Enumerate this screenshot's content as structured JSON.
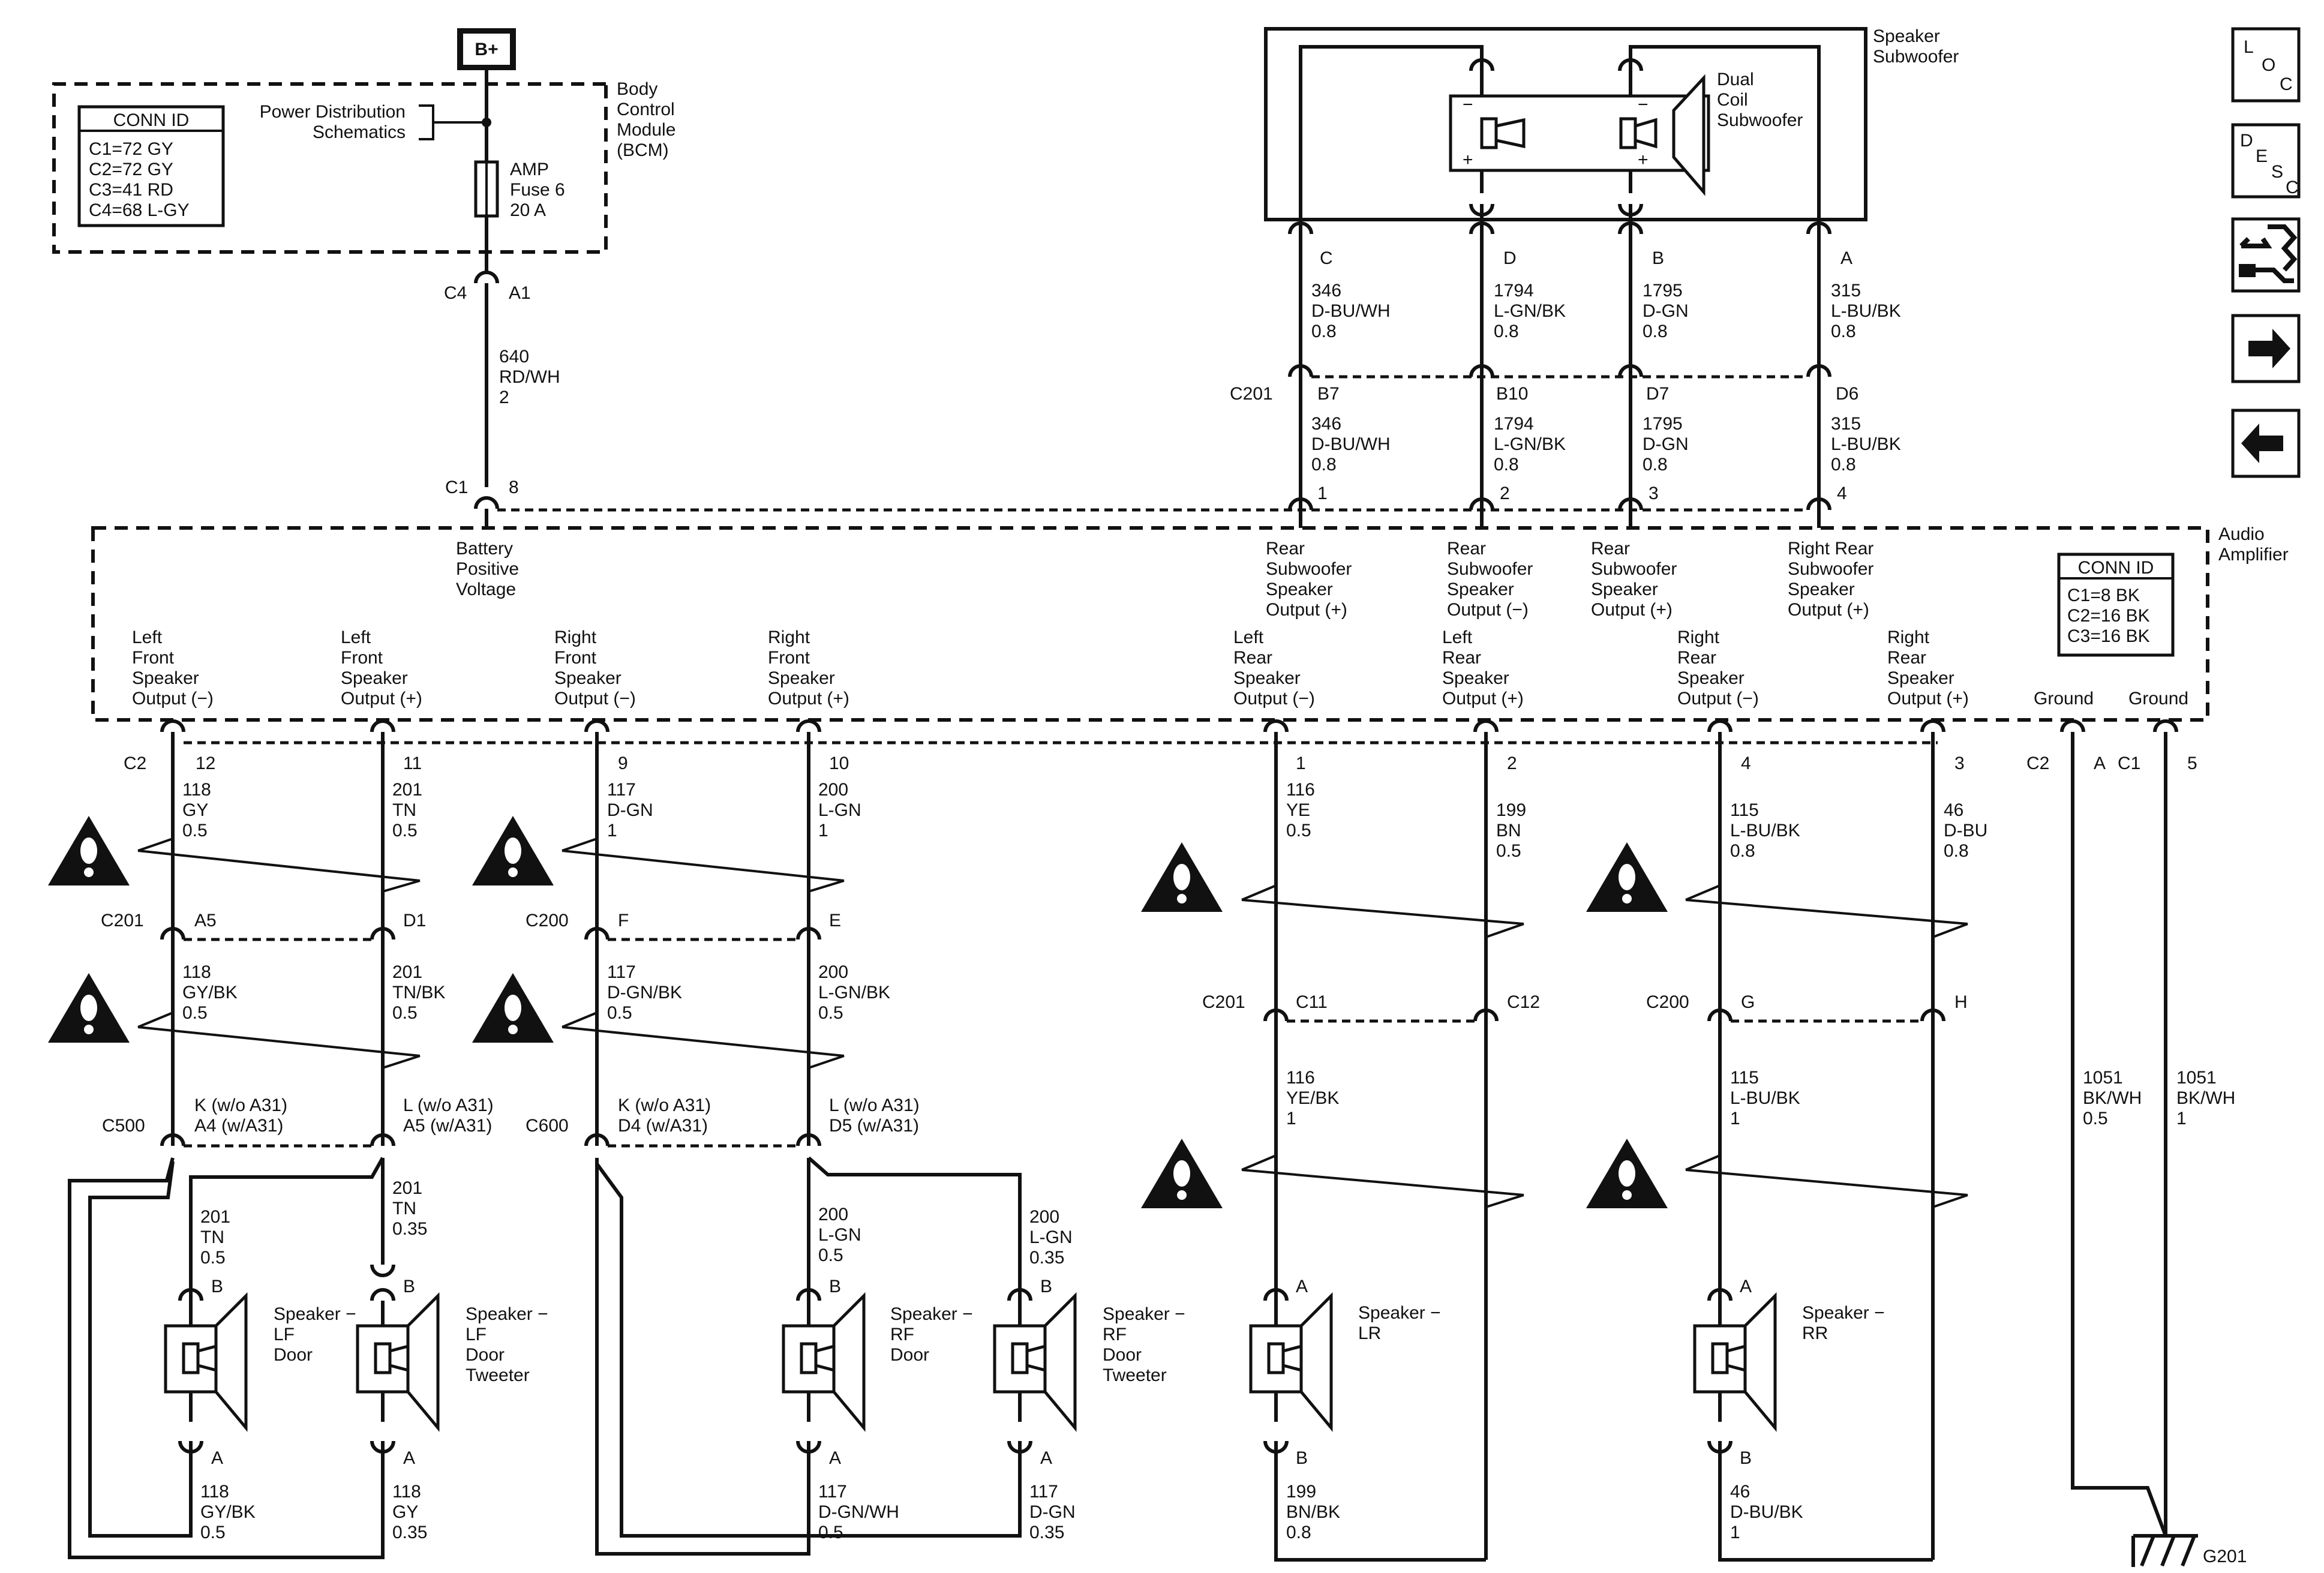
{
  "battery": {
    "label": "B+"
  },
  "bcm": {
    "title_lines": [
      "Body",
      "Control",
      "Module",
      "(BCM)"
    ],
    "conn_id_title": "CONN ID",
    "conn_ids": [
      "C1=72 GY",
      "C2=72 GY",
      "C3=41 RD",
      "C4=68 L-GY"
    ],
    "pds_lines": [
      "Power Distribution",
      "Schematics"
    ],
    "fuse_lines": [
      "AMP",
      "Fuse 6",
      "20 A"
    ],
    "conn": "C4",
    "pin": "A1",
    "wire_lines": [
      "640",
      "RD/WH",
      "2"
    ]
  },
  "subwoofer": {
    "title_lines": [
      "Speaker",
      "Subwoofer"
    ],
    "dual_lines": [
      "Dual",
      "Coil",
      "Subwoofer"
    ],
    "minus": "−",
    "plus": "+",
    "pins": [
      "C",
      "D",
      "B",
      "A"
    ],
    "wires": [
      [
        "346",
        "D-BU/WH",
        "0.8"
      ],
      [
        "1794",
        "L-GN/BK",
        "0.8"
      ],
      [
        "1795",
        "D-GN",
        "0.8"
      ],
      [
        "315",
        "L-BU/BK",
        "0.8"
      ]
    ],
    "c201_label": "C201",
    "c201_pins": [
      "B7",
      "B10",
      "D7",
      "D6"
    ],
    "amp_pins": [
      "1",
      "2",
      "3",
      "4"
    ],
    "amp_c1_label": "C1",
    "amp_c1_pin": "8"
  },
  "amplifier": {
    "title_lines": [
      "Audio",
      "Amplifier"
    ],
    "conn_id_title": "CONN ID",
    "conn_ids": [
      "C1=8 BK",
      "C2=16 BK",
      "C3=16 BK"
    ],
    "battery_lines": [
      "Battery",
      "Positive",
      "Voltage"
    ],
    "sub_outputs": [
      [
        "Rear",
        "Subwoofer",
        "Speaker",
        "Output (+)"
      ],
      [
        "Rear",
        "Subwoofer",
        "Speaker",
        "Output (−)"
      ],
      [
        "Rear",
        "Subwoofer",
        "Speaker",
        "Output (+)"
      ],
      [
        "Right Rear",
        "Subwoofer",
        "Speaker",
        "Output (+)"
      ]
    ],
    "outputs": [
      [
        "Left",
        "Front",
        "Speaker",
        "Output (−)"
      ],
      [
        "Left",
        "Front",
        "Speaker",
        "Output (+)"
      ],
      [
        "Right",
        "Front",
        "Speaker",
        "Output (−)"
      ],
      [
        "Right",
        "Front",
        "Speaker",
        "Output (+)"
      ],
      [
        "Left",
        "Rear",
        "Speaker",
        "Output (−)"
      ],
      [
        "Left",
        "Rear",
        "Speaker",
        "Output (+)"
      ],
      [
        "Right",
        "Rear",
        "Speaker",
        "Output (−)"
      ],
      [
        "Right",
        "Rear",
        "Speaker",
        "Output (+)"
      ]
    ],
    "ground_labels": [
      "Ground",
      "Ground"
    ],
    "c2_label": "C2",
    "ground_pins": [
      "C2",
      "A",
      "C1",
      "5"
    ],
    "out_pins": [
      "12",
      "11",
      "9",
      "10",
      "1",
      "2",
      "4",
      "3"
    ]
  },
  "upper_wires": [
    [
      "118",
      "GY",
      "0.5"
    ],
    [
      "201",
      "TN",
      "0.5"
    ],
    [
      "117",
      "D-GN",
      "1"
    ],
    [
      "200",
      "L-GN",
      "1"
    ],
    [
      "116",
      "YE",
      "0.5"
    ],
    [
      "199",
      "BN",
      "0.5"
    ],
    [
      "115",
      "L-BU/BK",
      "0.8"
    ],
    [
      "46",
      "D-BU",
      "0.8"
    ]
  ],
  "mid_connectors": [
    {
      "name": "C201",
      "pins": [
        "A5",
        "D1"
      ]
    },
    {
      "name": "C200",
      "pins": [
        "F",
        "E"
      ]
    },
    {
      "name": "C201",
      "pins": [
        "C11",
        "C12"
      ]
    },
    {
      "name": "C200",
      "pins": [
        "G",
        "H"
      ]
    }
  ],
  "mid_wires": [
    [
      "118",
      "GY/BK",
      "0.5"
    ],
    [
      "201",
      "TN/BK",
      "0.5"
    ],
    [
      "117",
      "D-GN/BK",
      "0.5"
    ],
    [
      "200",
      "L-GN/BK",
      "0.5"
    ],
    [
      "116",
      "YE/BK",
      "1"
    ],
    [
      "115",
      "L-BU/BK",
      "1"
    ]
  ],
  "door_connectors": [
    {
      "name": "C500",
      "left": [
        "K (w/o A31)",
        "A4 (w/A31)"
      ],
      "right": [
        "L (w/o A31)",
        "A5 (w/A31)"
      ]
    },
    {
      "name": "C600",
      "left": [
        "K (w/o A31)",
        "D4 (w/A31)"
      ],
      "right": [
        "L (w/o A31)",
        "D5 (w/A31)"
      ]
    }
  ],
  "speakers": [
    {
      "lines": [
        "Speaker −",
        "LF",
        "Door"
      ],
      "top_pin": "B",
      "bottom_pin": "A",
      "top_wire": [
        "201",
        "TN",
        "0.5"
      ],
      "bottom_wire": [
        "118",
        "GY/BK",
        "0.5"
      ]
    },
    {
      "lines": [
        "Speaker −",
        "LF",
        "Door",
        "Tweeter"
      ],
      "top_pin": "B",
      "bottom_pin": "A",
      "top_wire": [
        "201",
        "TN",
        "0.35"
      ],
      "bottom_wire": [
        "118",
        "GY",
        "0.35"
      ]
    },
    {
      "lines": [
        "Speaker −",
        "RF",
        "Door"
      ],
      "top_pin": "B",
      "bottom_pin": "A",
      "top_wire": [
        "200",
        "L-GN",
        "0.5"
      ],
      "bottom_wire": [
        "117",
        "D-GN/WH",
        "0.5"
      ]
    },
    {
      "lines": [
        "Speaker −",
        "RF",
        "Door",
        "Tweeter"
      ],
      "top_pin": "B",
      "bottom_pin": "A",
      "top_wire": [
        "200",
        "L-GN",
        "0.35"
      ],
      "bottom_wire": [
        "117",
        "D-GN",
        "0.35"
      ]
    },
    {
      "lines": [
        "Speaker −",
        "LR"
      ],
      "top_pin": "A",
      "bottom_pin": "B",
      "top_wire": [],
      "bottom_wire": [
        "199",
        "BN/BK",
        "0.8"
      ]
    },
    {
      "lines": [
        "Speaker −",
        "RR"
      ],
      "top_pin": "A",
      "bottom_pin": "B",
      "top_wire": [],
      "bottom_wire": [
        "46",
        "D-BU/BK",
        "1"
      ]
    }
  ],
  "ground_wires": [
    [
      "1051",
      "BK/WH",
      "0.5"
    ],
    [
      "1051",
      "BK/WH",
      "1"
    ]
  ],
  "ground_point": "G201",
  "nav": {
    "loc": [
      "L",
      "O",
      "C"
    ],
    "desc": [
      "D",
      "E",
      "S",
      "C"
    ],
    "buttons": [
      "loc-icon",
      "desc-icon",
      "connector-swap-icon",
      "arrow-right-icon",
      "arrow-left-icon"
    ]
  }
}
